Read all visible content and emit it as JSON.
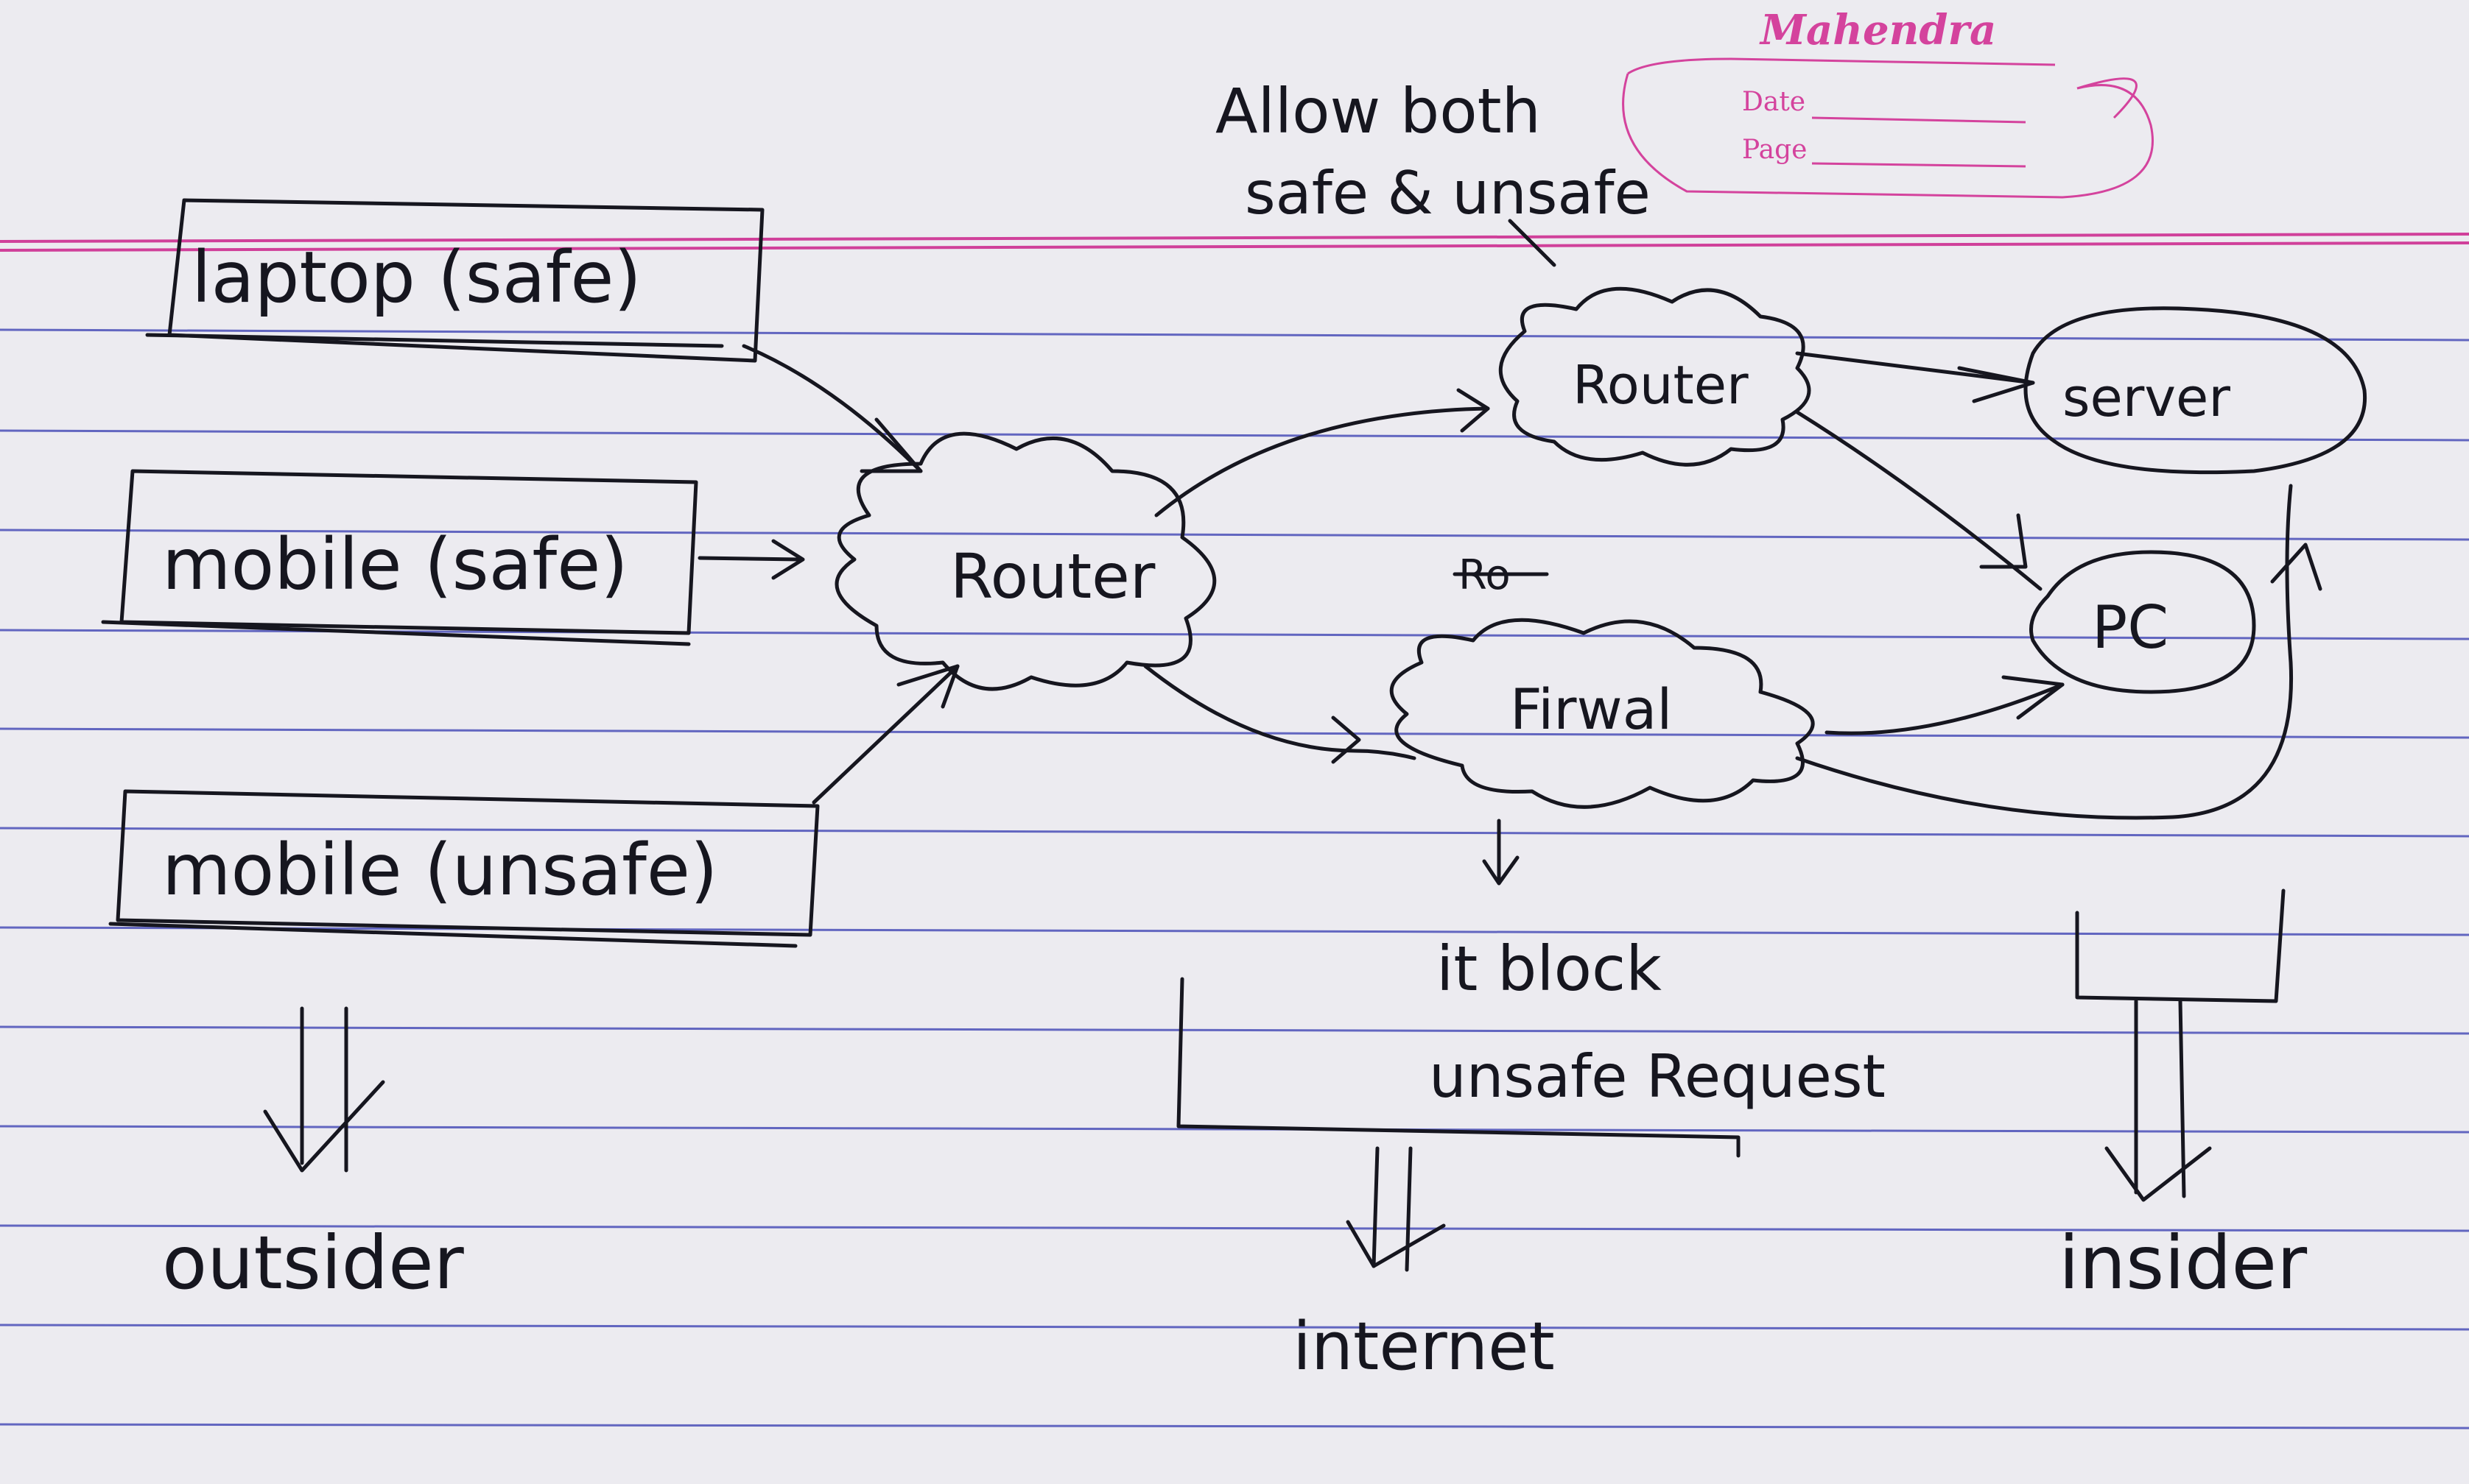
{
  "stationery": {
    "brand": "Mahendra",
    "date_label": "Date",
    "page_label": "Page",
    "colors": {
      "rule": "#4a4fb8",
      "margin": "#d0409a",
      "ink": "#16161f",
      "paper": "#ecebf0"
    }
  },
  "diagram": {
    "devices": {
      "laptop_safe": "laptop (safe)",
      "mobile_safe": "mobile (safe)",
      "mobile_unsafe": "mobile (unsafe)"
    },
    "nodes": {
      "router_main": "Router",
      "router_top": "Router",
      "firewall": "Firwal",
      "server": "server",
      "pc": "PC"
    },
    "notes": {
      "allow_line1": "Allow both",
      "allow_line2": "safe & unsafe",
      "block_line1": "it block",
      "block_line2": "unsafe Request",
      "crossed_out": "Ro"
    },
    "zones": {
      "outsider": "outsider",
      "internet": "internet",
      "insider": "insider"
    }
  }
}
